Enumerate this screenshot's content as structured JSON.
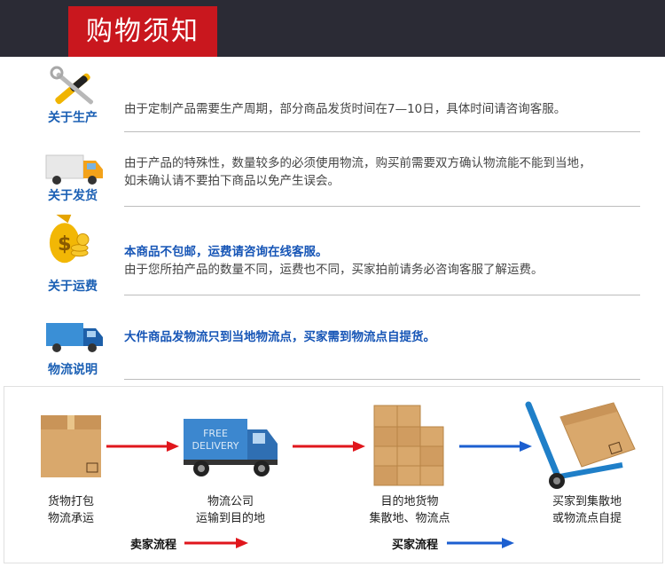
{
  "header": {
    "title": "购物须知"
  },
  "rows": [
    {
      "label": "关于生产",
      "lines": [
        "由于定制产品需要生产周期，部分商品发货时间在7—10日，具体时间请咨询客服。"
      ]
    },
    {
      "label": "关于发货",
      "lines": [
        "由于产品的特殊性，数量较多的必须使用物流，购买前需要双方确认物流能不能到当地，",
        "如未确认请不要拍下商品以免产生误会。"
      ]
    },
    {
      "label": "关于运费",
      "highlight": "本商品不包邮，运费请咨询在线客服。",
      "lines": [
        "由于您所拍产品的数量不同，运费也不同，买家拍前请务必咨询客服了解运费。"
      ]
    },
    {
      "label": "物流说明",
      "highlight": "大件商品发物流只到当地物流点，买家需到物流点自提货。"
    }
  ],
  "flow": {
    "steps": [
      {
        "line1": "货物打包",
        "line2": "物流承运"
      },
      {
        "line1": "物流公司",
        "line2": "运输到目的地"
      },
      {
        "line1": "目的地货物",
        "line2": "集散地、物流点"
      },
      {
        "line1": "买家到集散地",
        "line2": "或物流点自提"
      }
    ],
    "truck_text_1": "FREE",
    "truck_text_2": "DELIVERY",
    "seller_label": "卖家流程",
    "buyer_label": "买家流程"
  },
  "colors": {
    "header_bg": "#2b2b35",
    "title_bg": "#c9171e",
    "label_blue": "#1a5fb4",
    "arrow_red": "#e0161c",
    "arrow_blue": "#1c5fd0"
  }
}
